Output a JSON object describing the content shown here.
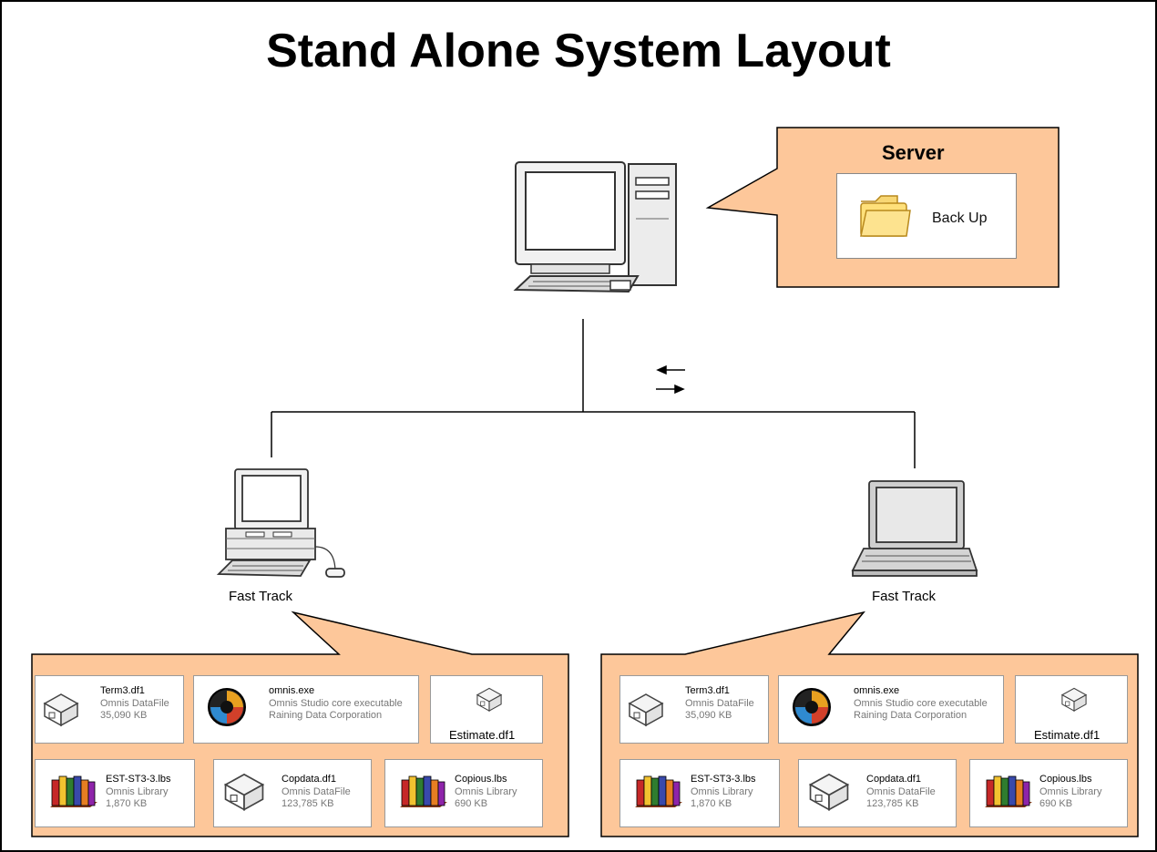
{
  "title": "Stand Alone System Layout",
  "server": {
    "title": "Server",
    "folder_label": "Back Up"
  },
  "clients": [
    {
      "label": "Fast Track",
      "device": "desktop-computer"
    },
    {
      "label": "Fast Track",
      "device": "laptop-computer"
    }
  ],
  "file_panels": [
    {
      "files": [
        {
          "name": "Term3.df1",
          "type": "Omnis DataFile",
          "info": "35,090 KB",
          "icon": "datafile-icon"
        },
        {
          "name": "omnis.exe",
          "type": "Omnis Studio core executable",
          "info": "Raining Data Corporation",
          "icon": "omnis-app-icon"
        },
        {
          "name": "Estimate.df1",
          "type": "",
          "info": "",
          "icon": "datafile-icon"
        },
        {
          "name": "EST-ST3-3.lbs",
          "type": "Omnis Library",
          "info": "1,870 KB",
          "icon": "library-books-icon"
        },
        {
          "name": "Copdata.df1",
          "type": "Omnis DataFile",
          "info": "123,785 KB",
          "icon": "datafile-icon"
        },
        {
          "name": "Copious.lbs",
          "type": "Omnis Library",
          "info": "690 KB",
          "icon": "library-books-icon"
        }
      ]
    },
    {
      "files": [
        {
          "name": "Term3.df1",
          "type": "Omnis DataFile",
          "info": "35,090 KB",
          "icon": "datafile-icon"
        },
        {
          "name": "omnis.exe",
          "type": "Omnis Studio core executable",
          "info": "Raining Data Corporation",
          "icon": "omnis-app-icon"
        },
        {
          "name": "Estimate.df1",
          "type": "",
          "info": "",
          "icon": "datafile-icon"
        },
        {
          "name": "EST-ST3-3.lbs",
          "type": "Omnis Library",
          "info": "1,870 KB",
          "icon": "library-books-icon"
        },
        {
          "name": "Copdata.df1",
          "type": "Omnis DataFile",
          "info": "123,785 KB",
          "icon": "datafile-icon"
        },
        {
          "name": "Copious.lbs",
          "type": "Omnis Library",
          "info": "690 KB",
          "icon": "library-books-icon"
        }
      ]
    }
  ],
  "colors": {
    "callout_fill": "#fdc79a",
    "callout_stroke": "#000000",
    "line": "#000000"
  }
}
